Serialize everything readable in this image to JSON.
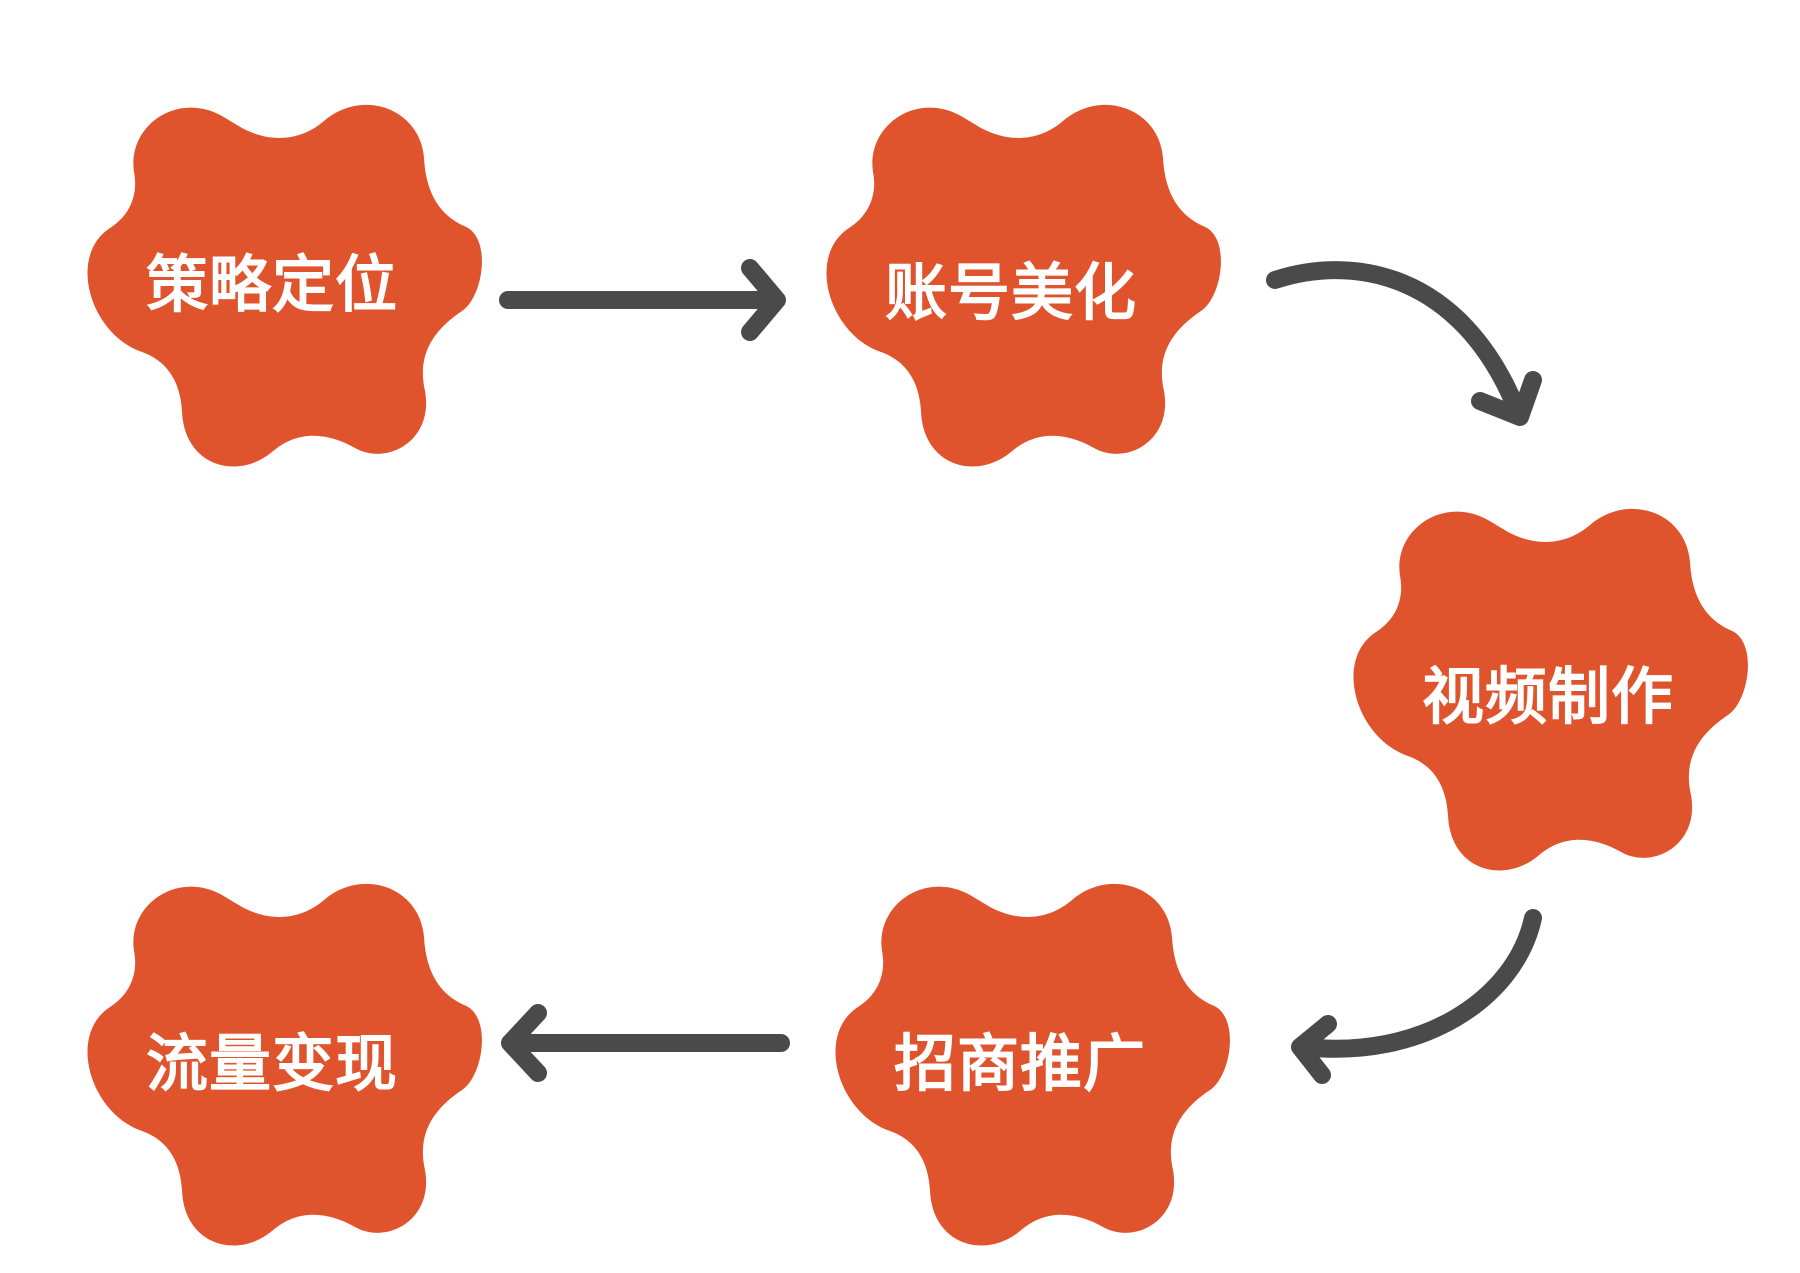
{
  "diagram": {
    "type": "process-flow",
    "colors": {
      "node_fill": "#E0542D",
      "node_text": "#FFFFFF",
      "arrow": "#4A4A4A",
      "background": "#FFFFFF"
    },
    "nodes": [
      {
        "id": "strategy",
        "label": "策略定位",
        "icon": "flower-blob-shape"
      },
      {
        "id": "account",
        "label": "账号美化",
        "icon": "flower-blob-shape"
      },
      {
        "id": "video",
        "label": "视频制作",
        "icon": "flower-blob-shape"
      },
      {
        "id": "promotion",
        "label": "招商推广",
        "icon": "flower-blob-shape"
      },
      {
        "id": "monetize",
        "label": "流量变现",
        "icon": "flower-blob-shape"
      }
    ],
    "edges": [
      {
        "from": "strategy",
        "to": "account",
        "style": "straight",
        "icon": "arrow-right-icon"
      },
      {
        "from": "account",
        "to": "video",
        "style": "curved",
        "icon": "curved-arrow-down-right-icon"
      },
      {
        "from": "video",
        "to": "promotion",
        "style": "curved",
        "icon": "curved-arrow-down-left-icon"
      },
      {
        "from": "promotion",
        "to": "monetize",
        "style": "straight",
        "icon": "arrow-left-icon"
      }
    ]
  }
}
